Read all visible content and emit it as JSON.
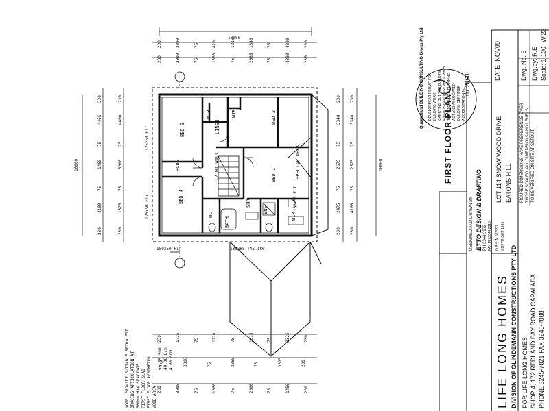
{
  "plan": {
    "title": "FIRST FLOOR PLAN",
    "rooms": {
      "bed3": "BED 3",
      "bed2": "BED 2",
      "bed4": "BED 4",
      "bed1": "BED 1",
      "robe": "ROBE",
      "wir_a": "WIR",
      "wir_b": "WIR",
      "wir_c": "WIR",
      "linen": "LINEN",
      "bath": "BATH",
      "ens": "ENS",
      "shr": "SHR",
      "wc": "WC",
      "deck": "SPECIAL DECK",
      "void": "1/2 HT WALL"
    },
    "beams": {
      "top": "125x50 F17",
      "left": "125x50 F17",
      "right": "100x50 F17",
      "bottom_a": "100x50 F17",
      "bottom_b": "130x65 TAS 180"
    },
    "dims_top": {
      "overall": "10000",
      "row_a": [
        "230",
        "3000",
        "75",
        "820",
        "1215",
        "1840",
        "75",
        "4300",
        "230"
      ],
      "row_b": [
        "230",
        "3000",
        "75",
        "1860",
        "75",
        "2085",
        "75",
        "4300",
        "230"
      ]
    },
    "dims_left": {
      "overall": "10000",
      "row_a": [
        "230",
        "4465",
        "75",
        "1465",
        "75",
        "4100",
        "230"
      ],
      "row_b": [
        "230",
        "4400",
        "75",
        "5000",
        "75",
        "1525",
        "230"
      ]
    },
    "dims_right": {
      "overall": "10000",
      "row_a": [
        "230",
        "3340",
        "75",
        "2575",
        "75",
        "2475",
        "230"
      ],
      "row_b": [
        "230",
        "3340",
        "75",
        "2525",
        "75",
        "4100",
        "230"
      ]
    },
    "dims_bottom": {
      "row_a": [
        "230",
        "1725",
        "75",
        "1220",
        "75",
        "1815",
        "75",
        "3325",
        "230"
      ],
      "row_b": [
        "230",
        "3000",
        "75",
        "2865",
        "75",
        "3325",
        "230"
      ],
      "row_c": [
        "230",
        "3000",
        "75",
        "1860",
        "75",
        "2000",
        "75",
        "1450",
        "230"
      ]
    },
    "areas": {
      "a": "99.55 SQM",
      "b": "40.08 L/m",
      "c": "4.63 SQM"
    },
    "notes": {
      "n1": "NOTE: PROVIDE SUITABLE RETRO FIT",
      "n2": "BRACING ARTICULATION AT",
      "n3": "600mm MAX SPACINGS",
      "n4": "FIRST FLOOR SLAB",
      "n5": "FIRST FLOOR PERIMETER",
      "n6": "VOID AREA"
    }
  },
  "title_block": {
    "company": "LIFE LONG HOMES",
    "division": "DIVISION OF GLINDEMANN CONSTRUCTIONS PTY LTD",
    "for_client": "FOR LIFE LONG HOMES",
    "address": "SHOP 4, 172 REDLAND BAY ROAD CAPALABA",
    "phone": "PHONE 3245-7021  FAX 3245-7088",
    "designed_by": "DESIGNED AND DRAWN BY",
    "designer": "ETTO DESIGN & DRAFTING",
    "designer_ph": "PH 3344 3972",
    "designer_fax": "FAX PH 3344 2810",
    "qbsa": "Q.B.S.A. 527997",
    "copyright": "COPYRIGHT 1999",
    "lot": "LOT 114 SNOW WOOD DRIVE",
    "suburb": "EATONS HILL",
    "figured1": "FIGURED DIMENSIONS HAVE PREFERENCE OVER",
    "figured2": "THOSE SCALED. ALL DIMENSIONS AND LEVELS",
    "figured3": "TO BE VERIFIED ON SITE AT SETOUT.",
    "date": "DATE: NOV99",
    "dwg_no": "Dwg. No. 3",
    "dwg_by": "Dwg.by: R.E",
    "scale": "Scale: 1:100",
    "sheet": "W.23"
  },
  "stamp": {
    "ring": "Queensland BUILDING CONSULTING Group Pty Ltd",
    "l1": "DEVELOPMENT PERMIT FOR",
    "l2": "BUILDING WORK",
    "l3": "CARRYING OUT THE BUILDING",
    "l4": "WORK IS IN ACCORDANCE WITH",
    "l5": "THE INTEGRATED PLANNING",
    "l6": "ACT AND ASSOCIATED",
    "l7": "BUILDING CERTIFIER",
    "l8": "ACCREDITATION No.",
    "hand": "07 2060"
  }
}
